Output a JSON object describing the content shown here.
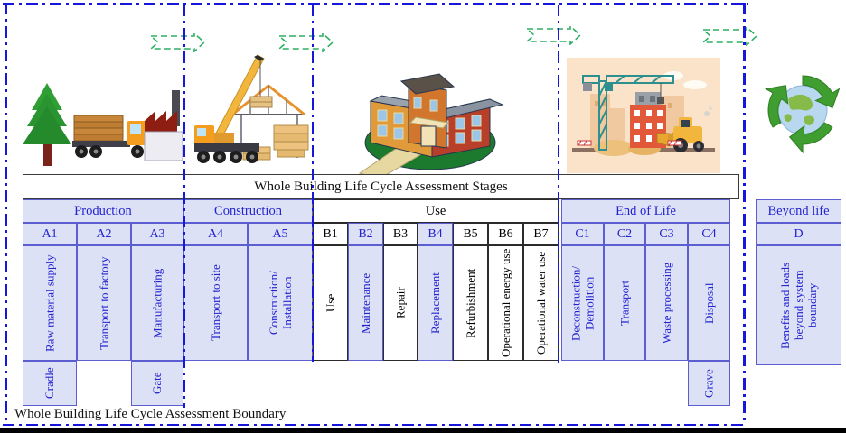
{
  "diagram": {
    "stages_header": "Whole Building Life Cycle Assessment Stages",
    "boundary_caption": "Whole Building Life Cycle Assessment Boundary"
  },
  "groups": {
    "production": "Production",
    "construction": "Construction",
    "use": "Use",
    "end_of_life": "End of Life",
    "beyond_life": "Beyond life"
  },
  "stages": [
    {
      "code": "A1",
      "label": "Raw material supply",
      "highlighted": true
    },
    {
      "code": "A2",
      "label": "Transport to factory",
      "highlighted": true
    },
    {
      "code": "A3",
      "label": "Manufacturing",
      "highlighted": true
    },
    {
      "code": "A4",
      "label": "Transport to site",
      "highlighted": true
    },
    {
      "code": "A5",
      "label": "Construction/ Installation",
      "highlighted": true
    },
    {
      "code": "B1",
      "label": "Use",
      "highlighted": false
    },
    {
      "code": "B2",
      "label": "Maintenance",
      "highlighted": true
    },
    {
      "code": "B3",
      "label": "Repair",
      "highlighted": false
    },
    {
      "code": "B4",
      "label": "Replacement",
      "highlighted": true
    },
    {
      "code": "B5",
      "label": "Refurbishment",
      "highlighted": false
    },
    {
      "code": "B6",
      "label": "Operational energy use",
      "highlighted": false
    },
    {
      "code": "B7",
      "label": "Operational water use",
      "highlighted": false
    },
    {
      "code": "C1",
      "label": "Deconstruction/ Demolition",
      "highlighted": true
    },
    {
      "code": "C2",
      "label": "Transport",
      "highlighted": true
    },
    {
      "code": "C3",
      "label": "Waste processing",
      "highlighted": true
    },
    {
      "code": "C4",
      "label": "Disposal",
      "highlighted": true
    },
    {
      "code": "D",
      "label": "Benefits and loads beyond system boundary",
      "highlighted": true
    }
  ],
  "milestones": {
    "cradle": "Cradle",
    "gate": "Gate",
    "grave": "Grave"
  },
  "colors": {
    "highlight_cell_bg": "#dde1f6",
    "stage_text_blue": "#2323cf",
    "table_border_blue": "#5d5dd2",
    "plain_text": "#000000",
    "boundary_line_blue": "#1717dc",
    "arrow_green": "#2fae62"
  },
  "icons": [
    "pine-tree-icon",
    "log-truck-icon",
    "factory-icon",
    "mobile-crane-icon",
    "timber-roof-icon",
    "lumber-stack-icon",
    "building-icon",
    "tower-crane-icon",
    "demolition-building-icon",
    "wheel-loader-icon",
    "recycle-globe-icon",
    "flow-arrow-icon"
  ]
}
